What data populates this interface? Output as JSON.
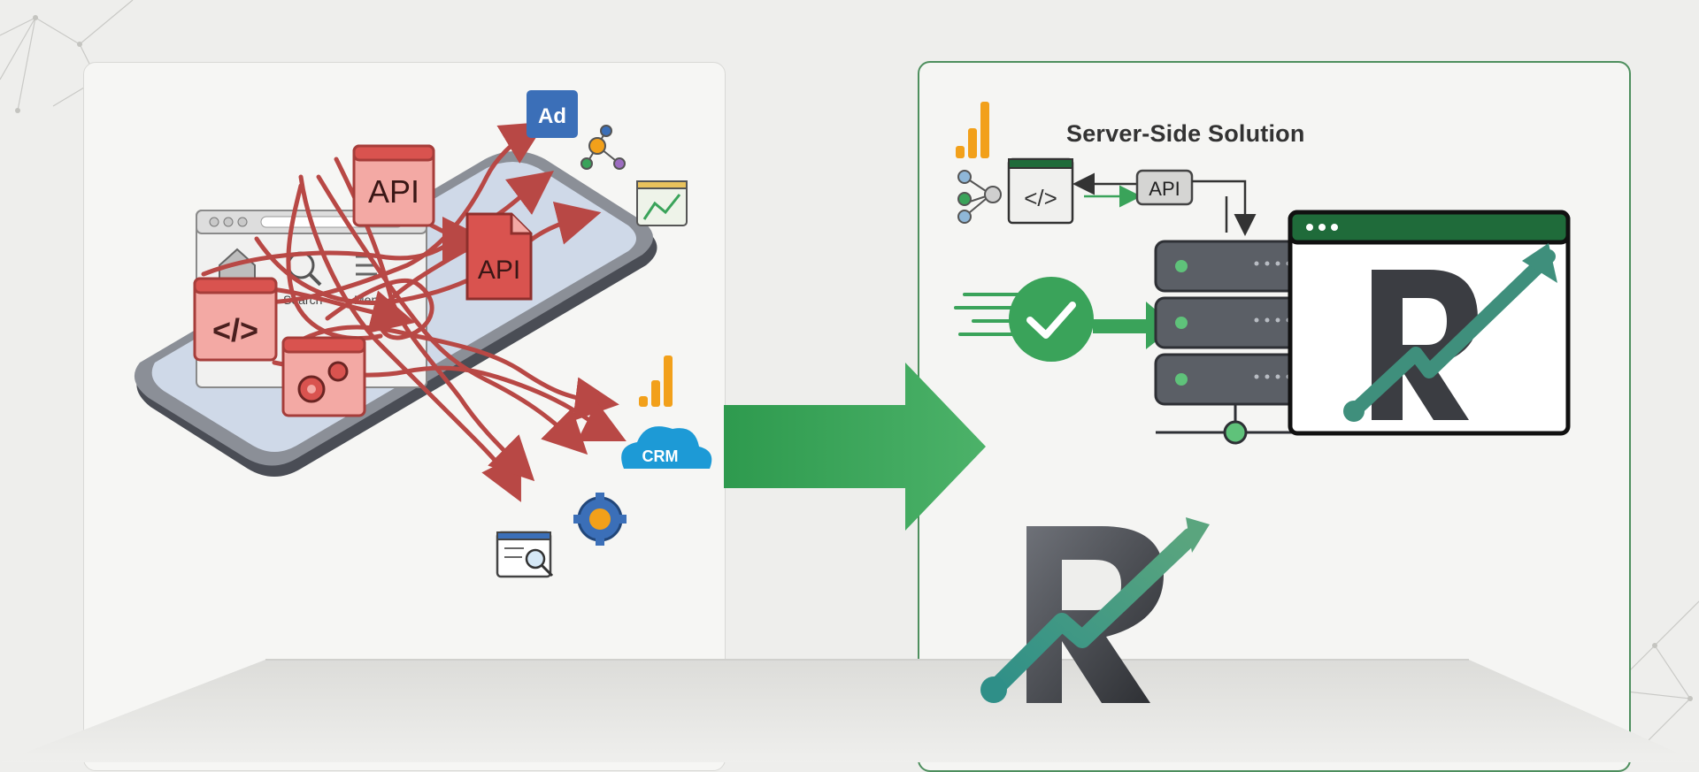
{
  "left_panel": {
    "api_labels": [
      "API",
      "API"
    ],
    "browser_labels": [
      "Search",
      "Menu"
    ],
    "destinations": {
      "ad_label": "Ad",
      "crm_label": "CRM"
    },
    "icons": [
      "code-icon",
      "gear-window-icon",
      "home-icon",
      "search-icon",
      "network-icon",
      "dashboard-icon",
      "analytics-bars-icon",
      "cloud-icon",
      "gear-users-icon",
      "document-search-icon",
      "smartphone-icon"
    ]
  },
  "right_panel": {
    "title": "Server-Side Solution",
    "api_label": "API",
    "icons": [
      "analytics-bars-icon",
      "users-network-icon",
      "code-window-icon",
      "server-rack-icon",
      "checkmark-icon",
      "browser-window-icon",
      "logo-icon"
    ]
  },
  "colors": {
    "red_accent": "#d9534f",
    "red_fill": "#f3a9a4",
    "green_accent": "#3aa35a",
    "dark_green": "#1f6b3a",
    "teal_arrow": "#3f8f7c",
    "orange_analytics": "#f2a01a",
    "ad_blue": "#3b6fb8",
    "crm_blue": "#1d9ad6"
  }
}
